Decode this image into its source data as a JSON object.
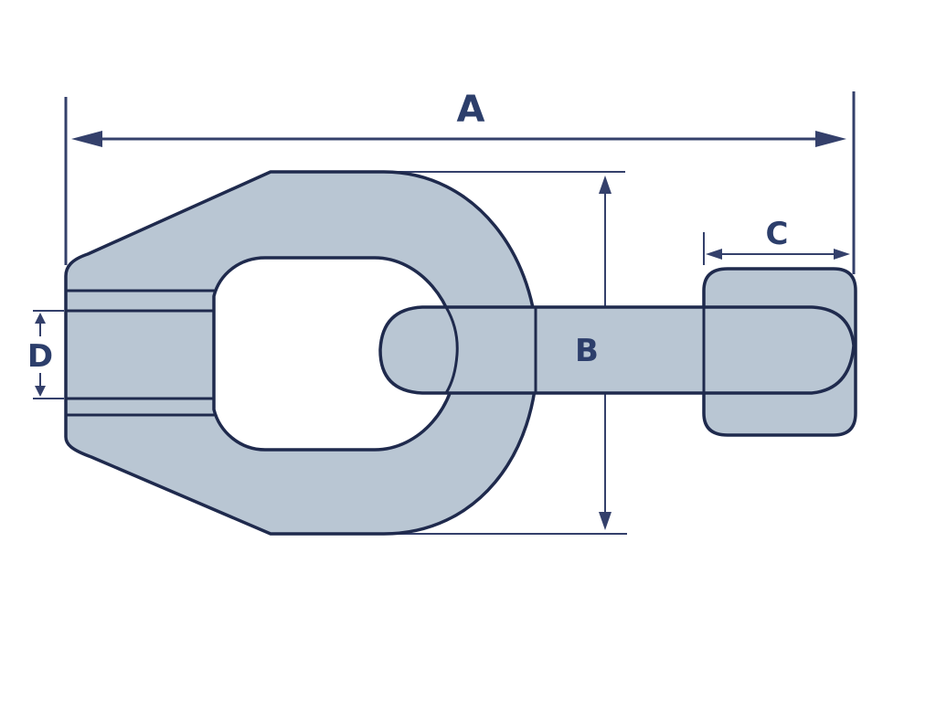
{
  "diagram": {
    "labels": {
      "a": "A",
      "b": "B",
      "c": "C",
      "d": "D"
    },
    "colors": {
      "part_fill": "#b9c6d3",
      "outline": "#1f2a4d",
      "dimension": "#34406b",
      "label": "#2c3e6b",
      "background": "#ffffff"
    }
  }
}
